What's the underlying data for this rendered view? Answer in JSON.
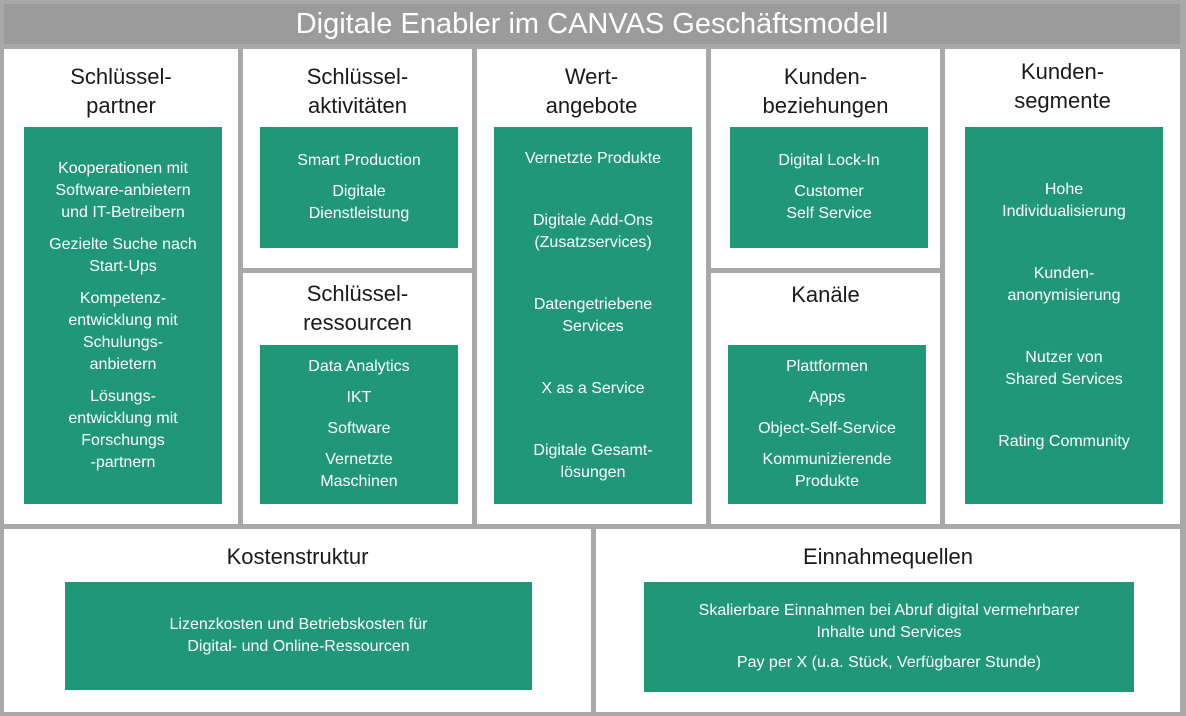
{
  "title": "Digitale Enabler im CANVAS Geschäftsmodell",
  "colors": {
    "frame": "#a8a8a8",
    "title_bar": "#9b9b9b",
    "box": "#1f9778",
    "text_on_box": "#ffffff"
  },
  "key_partners": {
    "heading": [
      "Schlüssel-",
      "partner"
    ],
    "items": [
      [
        "Kooperationen mit",
        "Software-anbietern",
        "und IT-Betreibern"
      ],
      [
        "Gezielte Suche nach",
        "Start-Ups"
      ],
      [
        "Kompetenz-",
        "entwicklung mit",
        "Schulungs-",
        "anbietern"
      ],
      [
        "Lösungs-",
        "entwicklung mit",
        "Forschungs",
        "-partnern"
      ]
    ]
  },
  "key_activities": {
    "heading": [
      "Schlüssel-",
      "aktivitäten"
    ],
    "items": [
      [
        "Smart Production"
      ],
      [
        "Digitale",
        "Dienstleistung"
      ]
    ]
  },
  "key_resources": {
    "heading": [
      "Schlüssel-",
      "ressourcen"
    ],
    "items": [
      [
        "Data Analytics"
      ],
      [
        "IKT"
      ],
      [
        "Software"
      ],
      [
        "Vernetzte",
        "Maschinen"
      ]
    ]
  },
  "value_propositions": {
    "heading": [
      "Wert-",
      "angebote"
    ],
    "items": [
      [
        "Vernetzte Produkte"
      ],
      [
        "Digitale Add-Ons",
        "(Zusatzservices)"
      ],
      [
        "Datengetriebene",
        "Services"
      ],
      [
        "X as a Service"
      ],
      [
        "Digitale Gesamt-",
        "lösungen"
      ]
    ]
  },
  "customer_relationships": {
    "heading": [
      "Kunden-",
      "beziehungen"
    ],
    "items": [
      [
        "Digital Lock-In"
      ],
      [
        "Customer",
        "Self Service"
      ]
    ]
  },
  "channels": {
    "heading": [
      "Kanäle"
    ],
    "items": [
      [
        "Plattformen"
      ],
      [
        "Apps"
      ],
      [
        "Object-Self-Service"
      ],
      [
        "Kommunizierende",
        "Produkte"
      ]
    ]
  },
  "customer_segments": {
    "heading": [
      "Kunden-",
      "segmente"
    ],
    "items": [
      [
        "Hohe",
        "Individualisierung"
      ],
      [
        "Kunden-",
        "anonymisierung"
      ],
      [
        "Nutzer von",
        "Shared Services"
      ],
      [
        "Rating Community"
      ]
    ]
  },
  "cost_structure": {
    "heading": [
      "Kostenstruktur"
    ],
    "items": [
      [
        "Lizenzkosten und Betriebskosten für",
        "Digital- und Online-Ressourcen"
      ]
    ]
  },
  "revenue_streams": {
    "heading": [
      "Einnahmequellen"
    ],
    "items": [
      [
        "Skalierbare Einnahmen bei Abruf digital vermehrbarer",
        "Inhalte und Services"
      ],
      [
        "Pay per X (u.a. Stück, Verfügbarer Stunde)"
      ]
    ]
  }
}
